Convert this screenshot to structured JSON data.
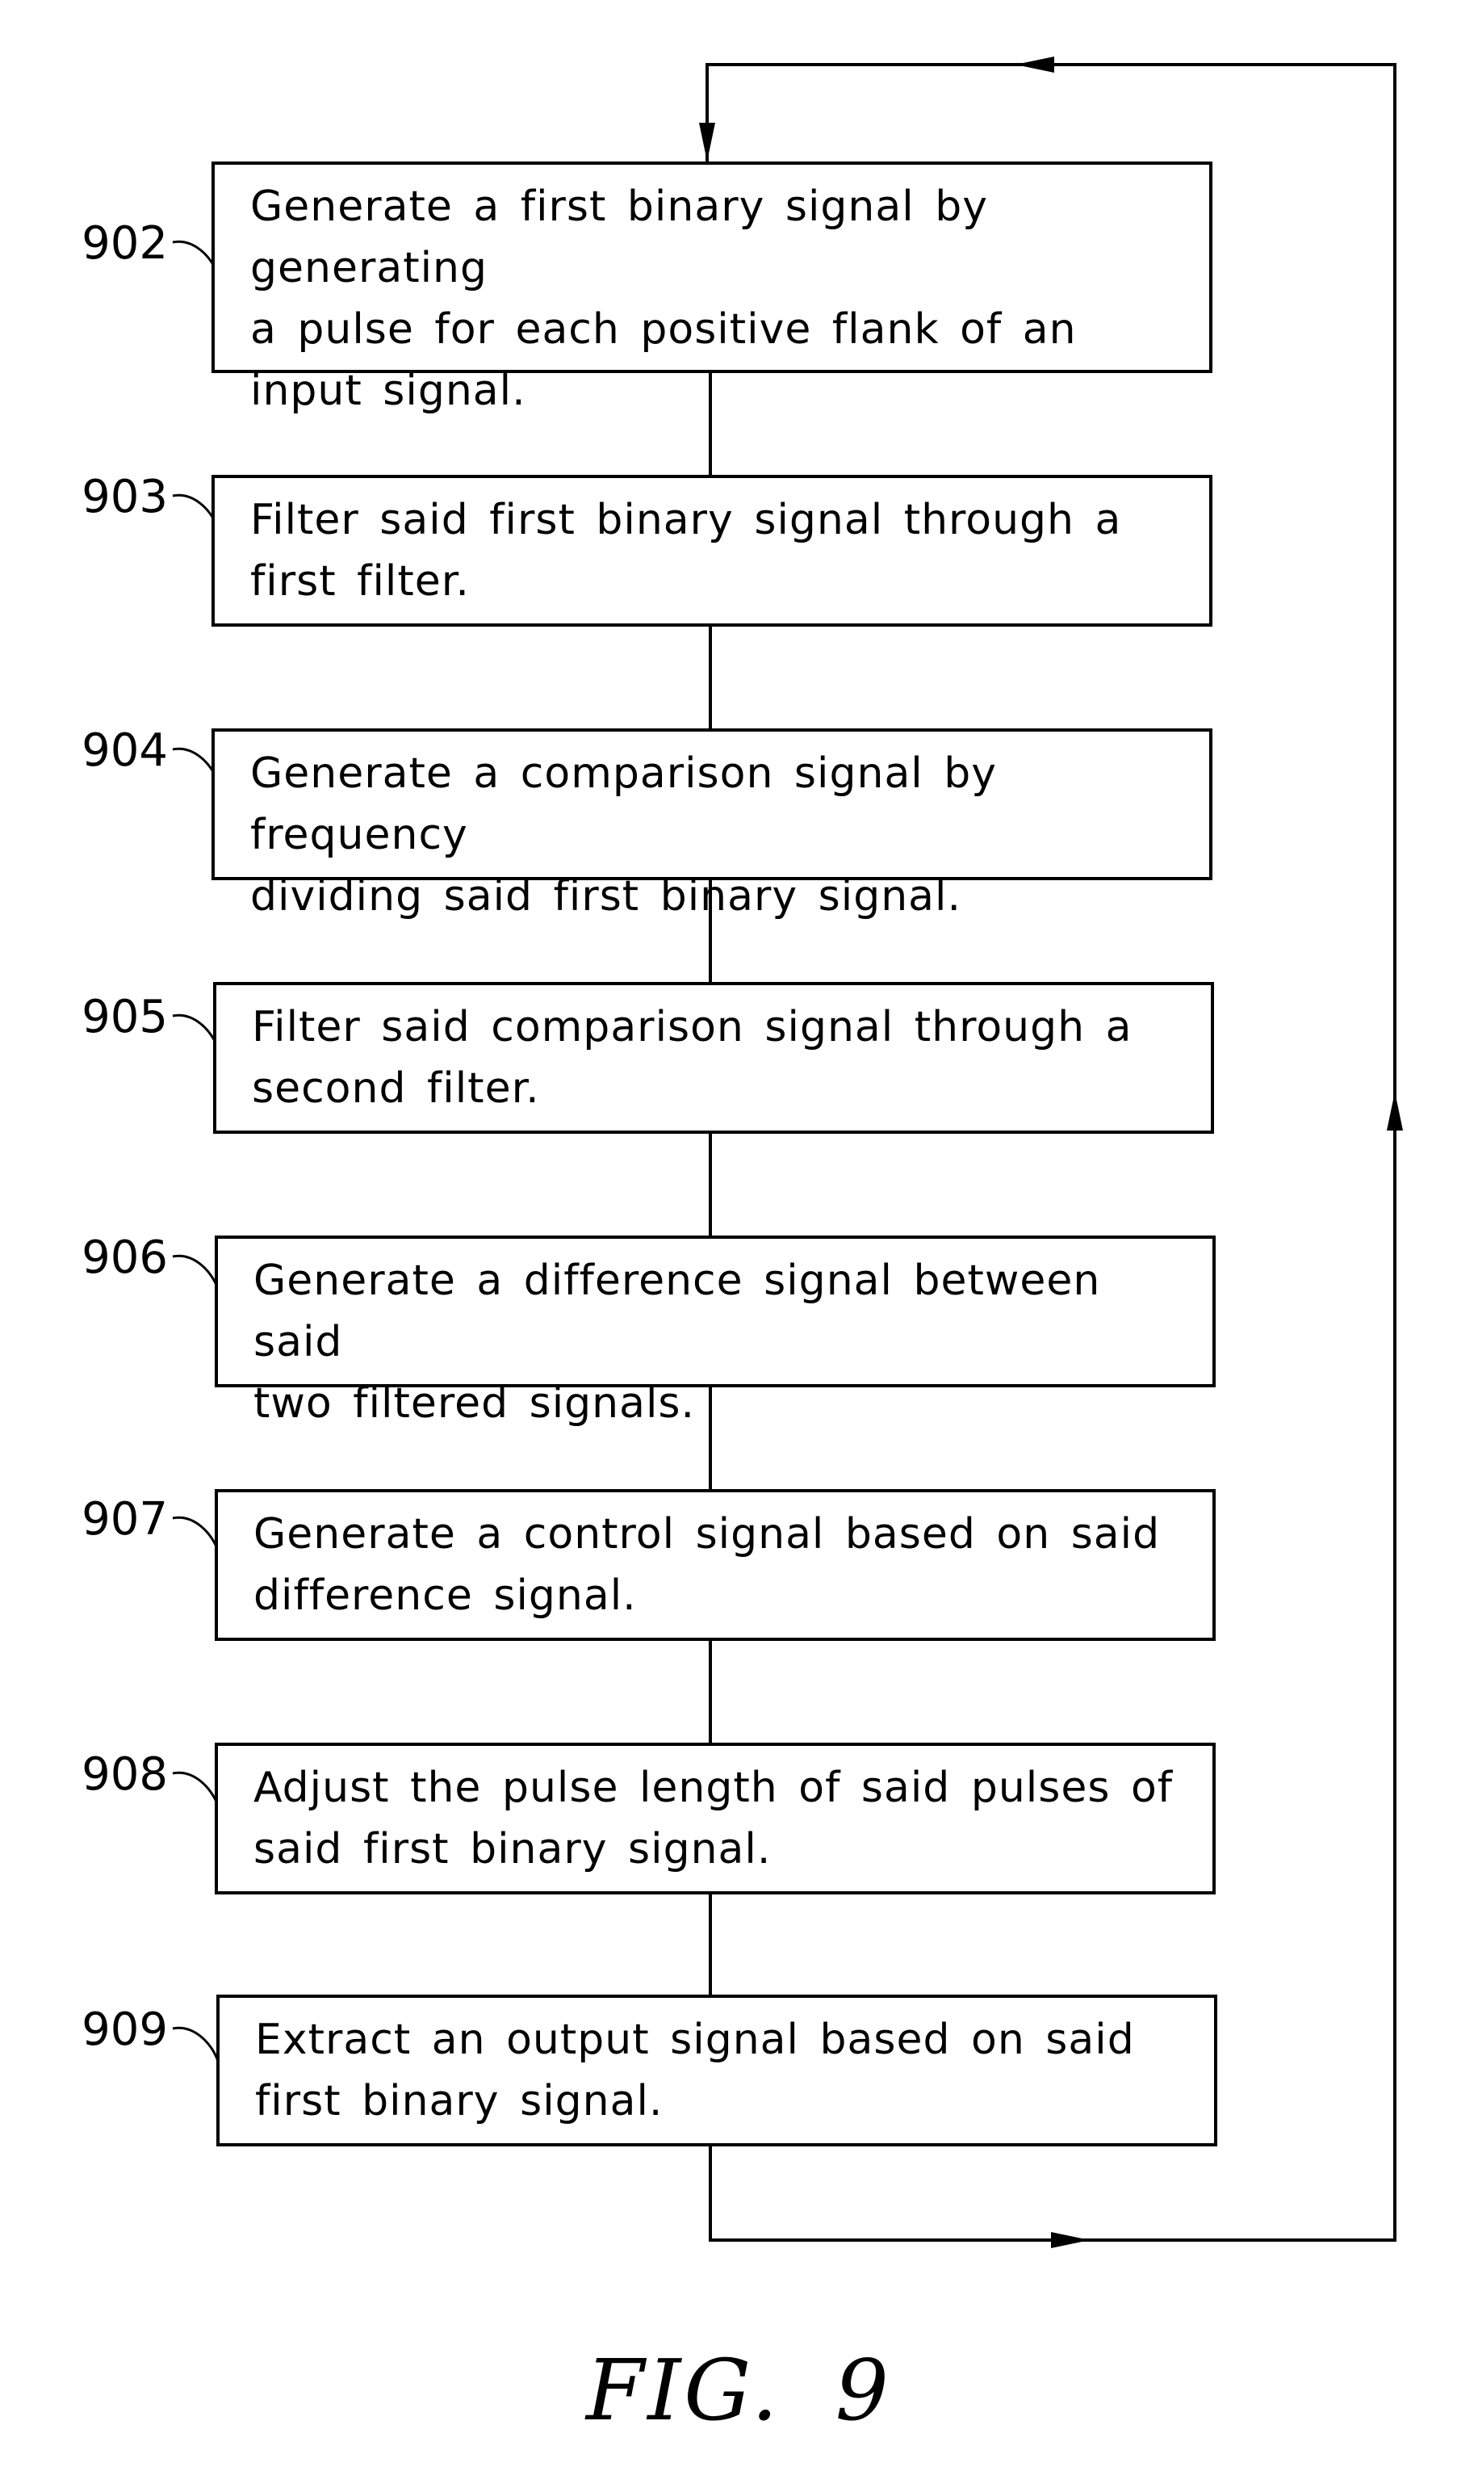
{
  "figure": {
    "caption": "FIG. 9"
  },
  "steps": [
    {
      "ref": "902",
      "text": "Generate a first binary signal by generating\na pulse for each positive flank of an\ninput signal."
    },
    {
      "ref": "903",
      "text": "Filter said first binary signal through a\nfirst filter."
    },
    {
      "ref": "904",
      "text": "Generate a comparison signal by frequency\ndividing said first binary signal."
    },
    {
      "ref": "905",
      "text": "Filter said comparison signal through a\nsecond filter."
    },
    {
      "ref": "906",
      "text": "Generate a difference signal between said\ntwo filtered signals."
    },
    {
      "ref": "907",
      "text": "Generate a control signal based on said\ndifference signal."
    },
    {
      "ref": "908",
      "text": "Adjust the pulse length of said pulses of\nsaid first binary signal."
    },
    {
      "ref": "909",
      "text": "Extract an output signal based on said\nfirst binary signal."
    }
  ]
}
